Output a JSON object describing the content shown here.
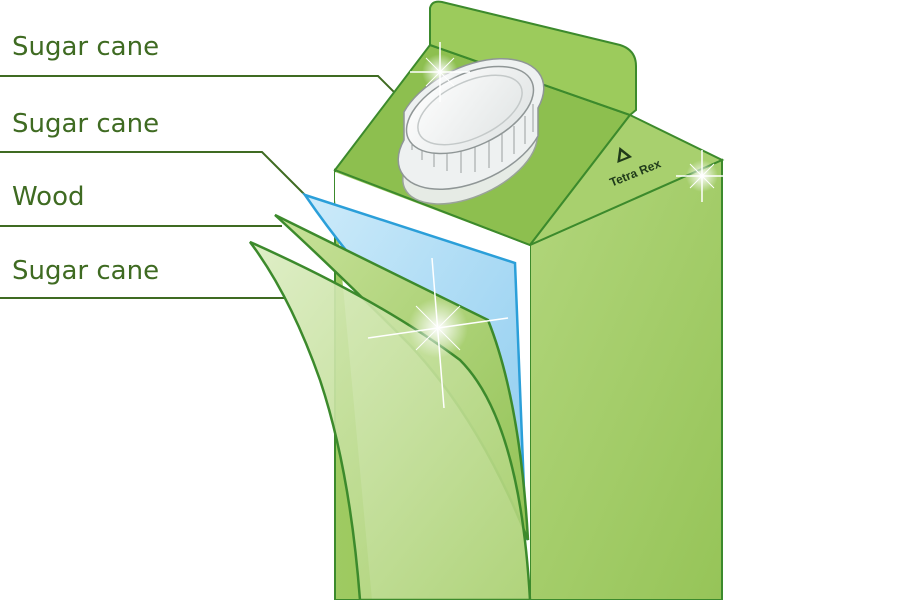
{
  "labels": [
    {
      "text": "Sugar cane"
    },
    {
      "text": "Sugar cane"
    },
    {
      "text": "Wood"
    },
    {
      "text": "Sugar cane"
    }
  ],
  "package": {
    "brand": "Tetra Rex"
  },
  "colors": {
    "label_text": "#3f6b22",
    "leader_line": "#3f6b22",
    "carton_green_light": "#a6cd6b",
    "carton_green": "#8fbf4e",
    "carton_green_dark": "#6ea53a",
    "outline": "#3c8a2c",
    "wood_layer_blue": "#a8d8f2",
    "wood_layer_outline": "#2b9fd9",
    "cap_white": "#f4f6f6",
    "cap_grey": "#b8bcbc",
    "logo_dark": "#1f3a1a"
  }
}
